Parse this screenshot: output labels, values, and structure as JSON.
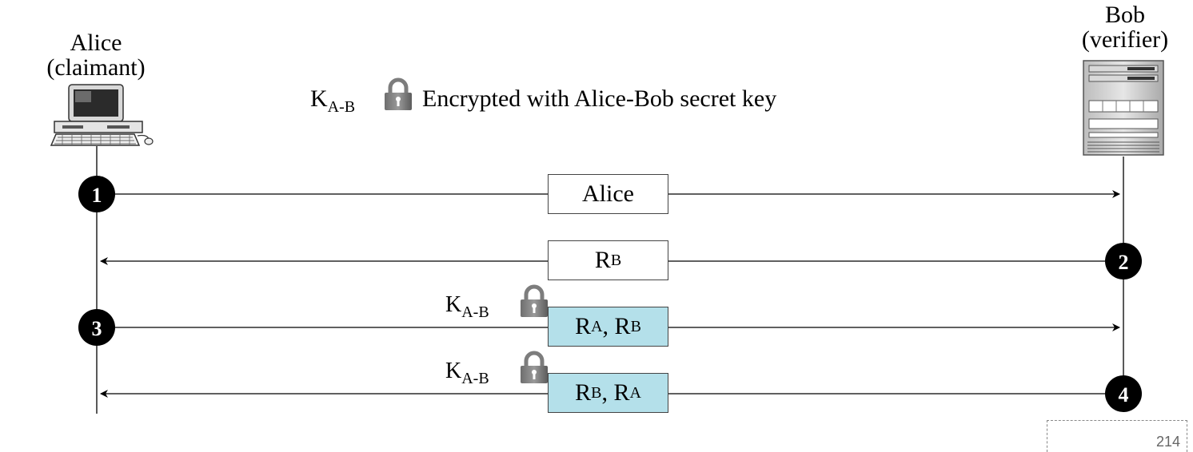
{
  "alice": {
    "name": "Alice",
    "role": "(claimant)"
  },
  "bob": {
    "name": "Bob",
    "role": "(verifier)"
  },
  "legend": {
    "key": "K",
    "key_sub": "A-B",
    "text": "Encrypted with Alice-Bob secret key"
  },
  "steps": [
    {
      "number": "1",
      "direction": "alice-to-bob",
      "encrypted": false,
      "message": {
        "parts": [
          {
            "main": "Alice",
            "sub": ""
          }
        ]
      }
    },
    {
      "number": "2",
      "direction": "bob-to-alice",
      "encrypted": false,
      "message": {
        "parts": [
          {
            "main": "R",
            "sub": "B"
          }
        ]
      }
    },
    {
      "number": "3",
      "direction": "alice-to-bob",
      "encrypted": true,
      "key": {
        "main": "K",
        "sub": "A-B"
      },
      "message": {
        "parts": [
          {
            "main": "R",
            "sub": "A"
          },
          {
            "main": ", R",
            "sub": "B"
          }
        ]
      }
    },
    {
      "number": "4",
      "direction": "bob-to-alice",
      "encrypted": true,
      "key": {
        "main": "K",
        "sub": "A-B"
      },
      "message": {
        "parts": [
          {
            "main": "R",
            "sub": "B"
          },
          {
            "main": ", R",
            "sub": "A"
          }
        ]
      }
    }
  ],
  "colors": {
    "encrypted_fill": "#b4e0ea",
    "step_marker": "#000000"
  },
  "page_number": "214"
}
